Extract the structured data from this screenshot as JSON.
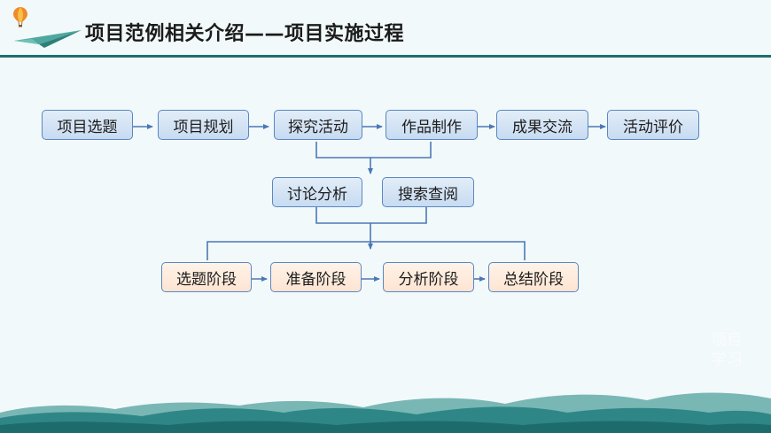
{
  "title": "项目范例相关介绍——项目实施过程",
  "colors": {
    "background": "#f2f9fa",
    "title_rule": "#1f6d6d",
    "box_border": "#5a87c3",
    "box_blue_fill": "#d4e4f5",
    "box_peach_fill": "#fde9da",
    "connector": "#4a78b6",
    "hill_dark": "#1e6b6b",
    "hill_mid": "#2e8786",
    "hill_light": "#5aa6a4"
  },
  "icons": [
    "hot-air-balloon-icon",
    "paper-plane-icon"
  ],
  "flow": {
    "main_steps": [
      "项目选题",
      "项目规划",
      "探究活动",
      "作品制作",
      "成果交流",
      "活动评价"
    ],
    "middle_steps": [
      "讨论分析",
      "搜索查阅"
    ],
    "phase_steps": [
      "选题阶段",
      "准备阶段",
      "分析阶段",
      "总结阶段"
    ]
  },
  "watermark": "项目学习"
}
